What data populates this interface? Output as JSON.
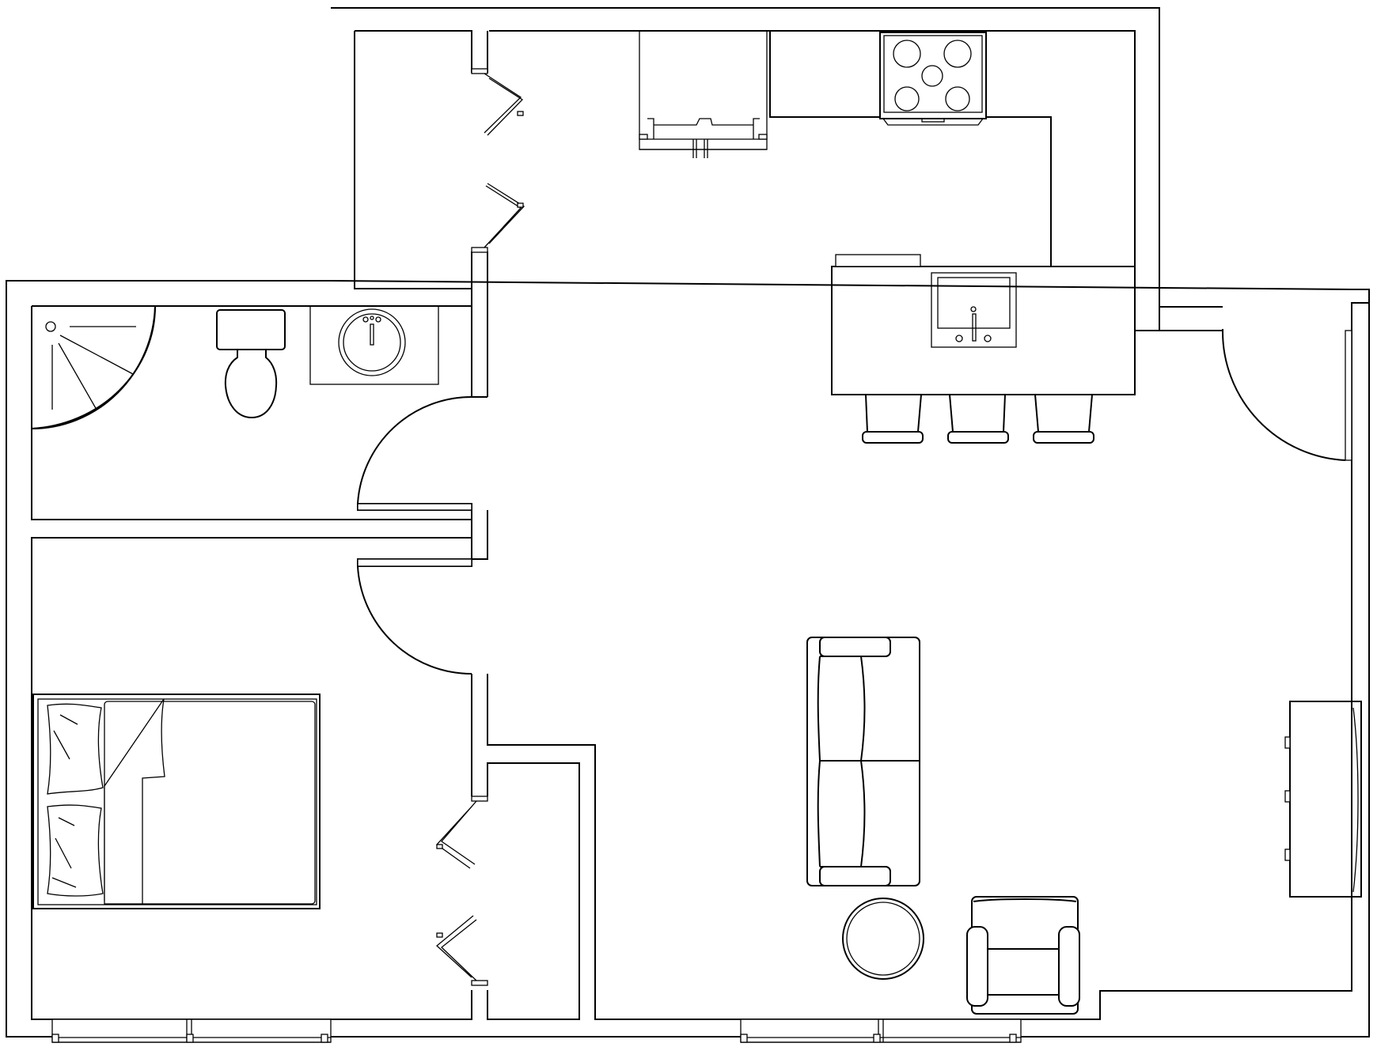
{
  "diagram": {
    "type": "floor-plan",
    "style": {
      "stroke": "#000000",
      "background": "#ffffff"
    },
    "rooms": [
      {
        "id": "bathroom"
      },
      {
        "id": "bedroom"
      },
      {
        "id": "closet-upper"
      },
      {
        "id": "closet-lower"
      },
      {
        "id": "kitchen-living"
      }
    ],
    "fixtures": [
      "shower-icon",
      "toilet-icon",
      "bathroom-sink-icon",
      "bed-icon",
      "dishwasher-icon",
      "stove-icon",
      "kitchen-sink-icon",
      "kitchen-island",
      "bar-stool-icon",
      "sofa-icon",
      "coffee-table-icon",
      "armchair-icon",
      "tv-console-icon"
    ],
    "openings": [
      "bathroom-door",
      "bedroom-door",
      "entry-door",
      "closet-upper-bifold-door",
      "closet-lower-bifold-door",
      "bedroom-window",
      "living-window"
    ]
  }
}
